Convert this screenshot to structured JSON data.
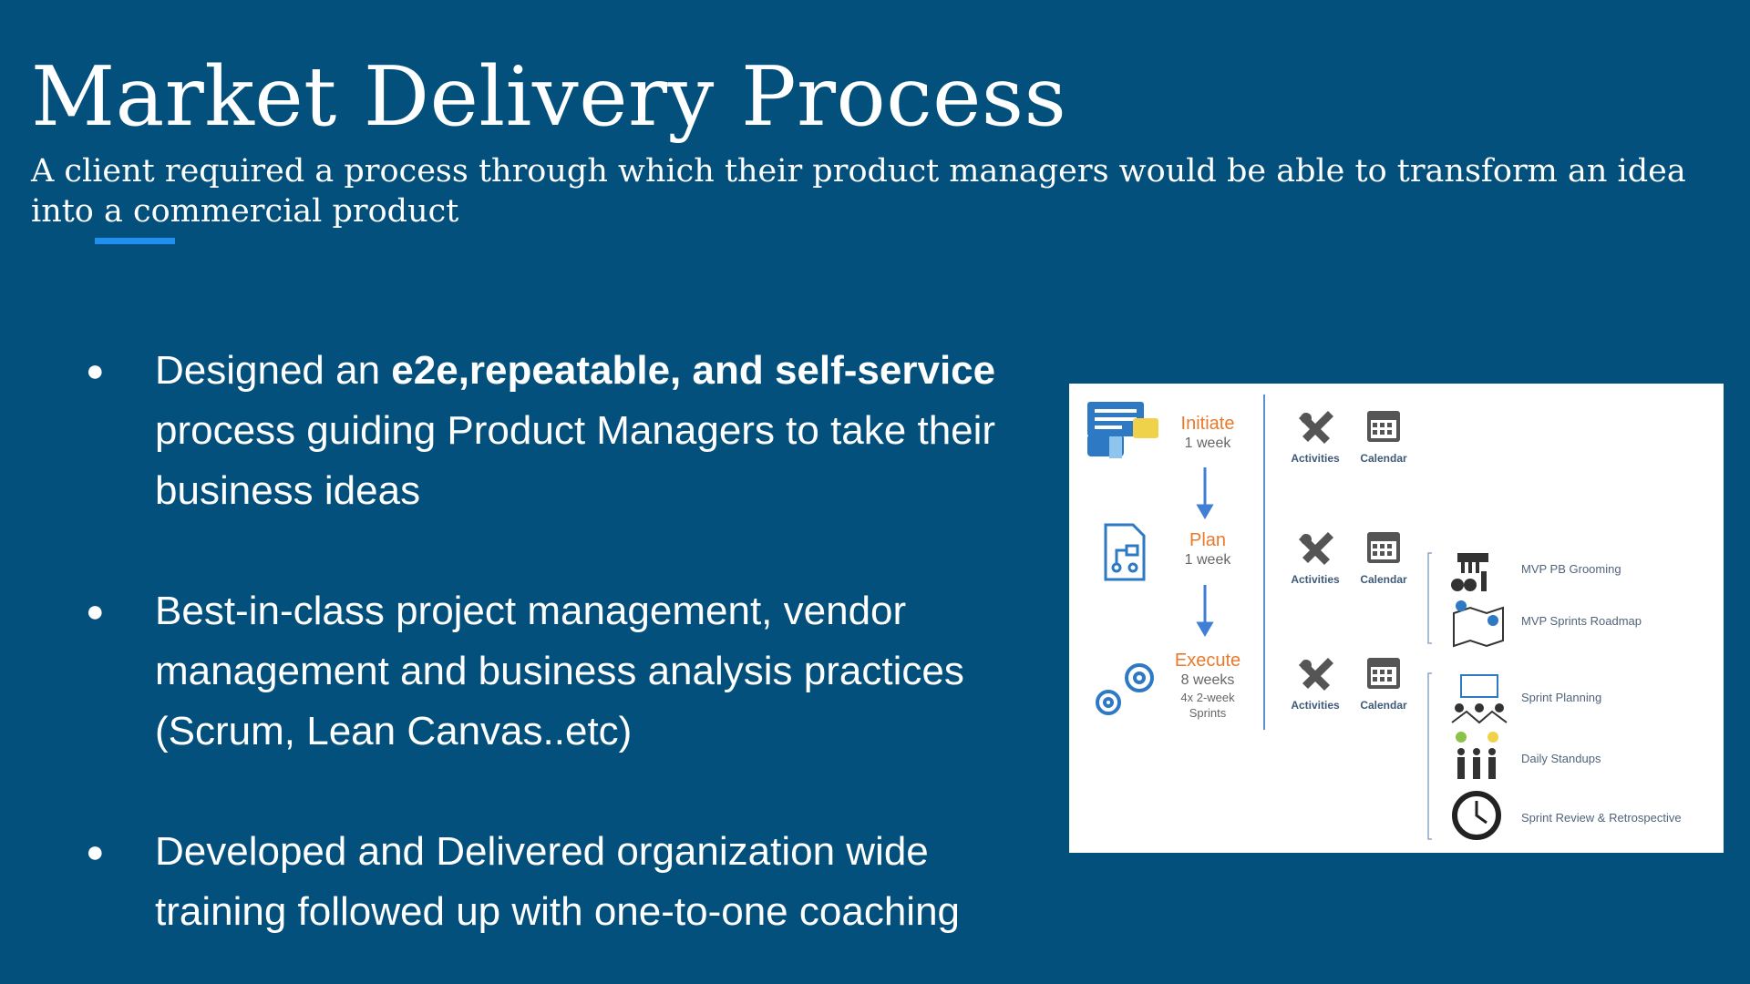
{
  "title": "Market Delivery Process",
  "subtitle": "A client required a process through which their product managers would be able to transform an idea into a commercial product",
  "bullets": [
    {
      "before": "Designed an ",
      "bold": "e2e,repeatable, and self-service",
      "after": " process guiding Product Managers to take their business ideas"
    },
    {
      "before": "Best-in-class project management, vendor management and business analysis practices (Scrum, Lean Canvas..etc)",
      "bold": "",
      "after": ""
    },
    {
      "before": "Developed and Delivered organization wide training followed up with one-to-one coaching",
      "bold": "",
      "after": ""
    }
  ],
  "bullet_symbol": "●",
  "diagram": {
    "phases": [
      {
        "name": "Initiate",
        "duration": "1 week",
        "sub": ""
      },
      {
        "name": "Plan",
        "duration": "1 week",
        "sub": ""
      },
      {
        "name": "Execute",
        "duration": "8 weeks",
        "sub": "4x 2-week Sprints"
      }
    ],
    "activities_label": "Activities",
    "calendar_label": "Calendar",
    "plan_items": [
      "MVP PB Grooming",
      "MVP Sprints Roadmap"
    ],
    "execute_items": [
      "Sprint Planning",
      "Daily Standups",
      "Sprint Review & Retrospective"
    ]
  },
  "colors": {
    "background": "#04507c",
    "accent": "#1f8ff0",
    "phase": "#e87a2c",
    "icon_blue": "#2e79c4"
  }
}
